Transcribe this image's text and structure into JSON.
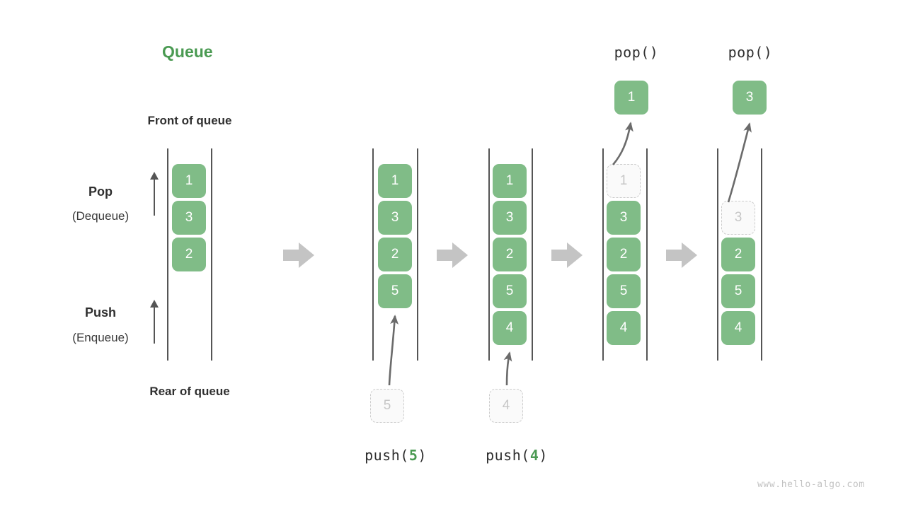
{
  "title": "Queue",
  "labels": {
    "front": "Front of queue",
    "rear": "Rear of queue",
    "pop_bold": "Pop",
    "pop_paren": "(Dequeue)",
    "push_bold": "Push",
    "push_paren": "(Enqueue)"
  },
  "operations": {
    "push5_prefix": "push(",
    "push5_arg": "5",
    "push5_suffix": ")",
    "push4_prefix": "push(",
    "push4_arg": "4",
    "push4_suffix": ")",
    "pop1": "pop()",
    "pop2": "pop()"
  },
  "columns": [
    {
      "name": "initial",
      "cells": [
        "1",
        "3",
        "2"
      ]
    },
    {
      "name": "after-push-5",
      "cells": [
        "1",
        "3",
        "2",
        "5"
      ]
    },
    {
      "name": "after-push-4",
      "cells": [
        "1",
        "3",
        "2",
        "5",
        "4"
      ]
    },
    {
      "name": "after-pop-1",
      "cells": [
        "1",
        "3",
        "2",
        "5",
        "4"
      ]
    },
    {
      "name": "after-pop-3",
      "cells": [
        "",
        "3",
        "2",
        "5",
        "4"
      ]
    }
  ],
  "ghost_inputs": {
    "push5": "5",
    "push4": "4"
  },
  "popped": {
    "first": "1",
    "second": "3"
  },
  "colors": {
    "cell_green": "#80bc87",
    "title_green": "#4a9a52",
    "rail_gray": "#555555",
    "arrow_gray": "#c4c4c4",
    "ghost_border": "#cccccc"
  },
  "watermark": "www.hello-algo.com"
}
